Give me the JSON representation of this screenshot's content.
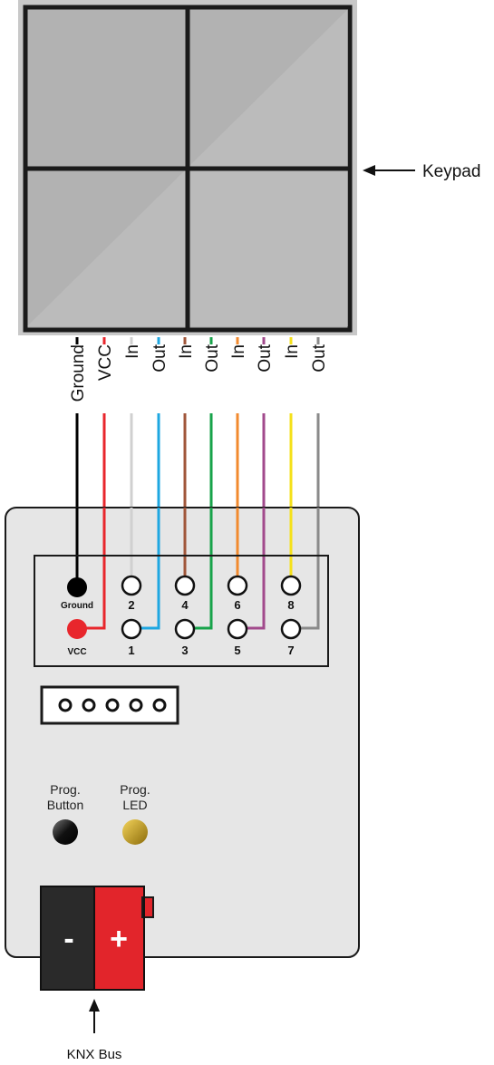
{
  "callouts": {
    "keypad": "Keypad",
    "bus": "KNX Bus"
  },
  "wires": [
    {
      "label": "Ground",
      "color": "#000000"
    },
    {
      "label": "VCC",
      "color": "#e8262c"
    },
    {
      "label": "In",
      "color": "#d0d0d0"
    },
    {
      "label": "Out",
      "color": "#1ea7e1"
    },
    {
      "label": "In",
      "color": "#a0563a"
    },
    {
      "label": "Out",
      "color": "#17a34a"
    },
    {
      "label": "In",
      "color": "#f28a2e"
    },
    {
      "label": "Out",
      "color": "#a24a8c"
    },
    {
      "label": "In",
      "color": "#f5e11a"
    },
    {
      "label": "Out",
      "color": "#8a8a8a"
    }
  ],
  "terminals": {
    "ground": "Ground",
    "vcc": "VCC",
    "pins_top": [
      "2",
      "4",
      "6",
      "8"
    ],
    "pins_bottom": [
      "1",
      "3",
      "5",
      "7"
    ]
  },
  "prog": {
    "button_line1": "Prog.",
    "button_line2": "Button",
    "led_line1": "Prog.",
    "led_line2": "LED"
  },
  "bus_terminal": {
    "minus": "-",
    "plus": "+"
  },
  "colors": {
    "device_fill": "#e6e6e6",
    "keypad_frame": "#c8c8c8",
    "keypad_panel": "#b4b4b4",
    "terminal_red": "#e2252b",
    "terminal_black": "#2a2a2a",
    "led": "#c7a017"
  }
}
